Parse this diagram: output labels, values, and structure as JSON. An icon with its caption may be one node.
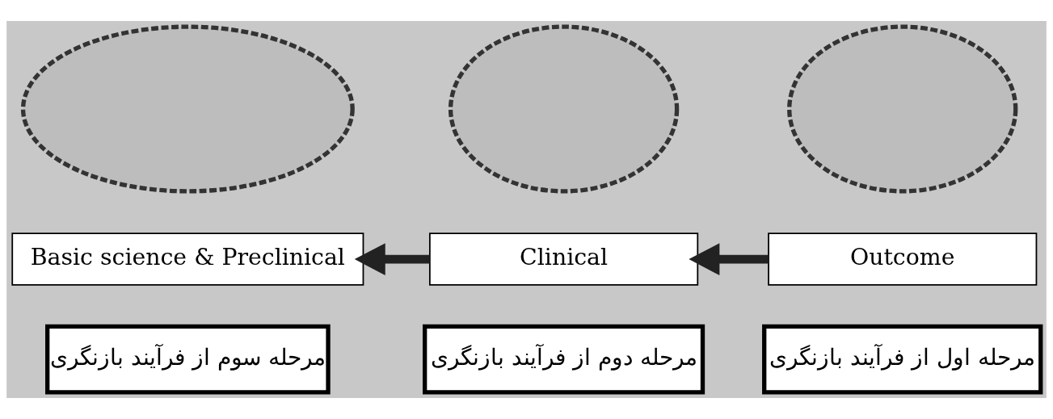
{
  "diagram": {
    "nodes": [
      {
        "text": [],
        "shape": "ellipse"
      },
      {
        "text": [],
        "shape": "ellipse"
      },
      {
        "text": [],
        "shape": "ellipse"
      },
      {
        "text": [
          "Basic science & Preclinical"
        ]
      },
      {
        "text": [
          "Clinical"
        ]
      },
      {
        "text": [
          "Outcome"
        ]
      },
      {
        "text": [
          "مرحله سوم از فرآیند بازنگری"
        ]
      },
      {
        "text": [
          "مرحله دوم از فرآیند بازنگری"
        ]
      },
      {
        "text": [
          "مرحله اول از فرآیند بازنگری"
        ]
      }
    ],
    "edges": [
      {
        "from": 5,
        "to": 4,
        "arrow": "to"
      },
      {
        "from": 4,
        "to": 3,
        "arrow": "to"
      }
    ]
  }
}
